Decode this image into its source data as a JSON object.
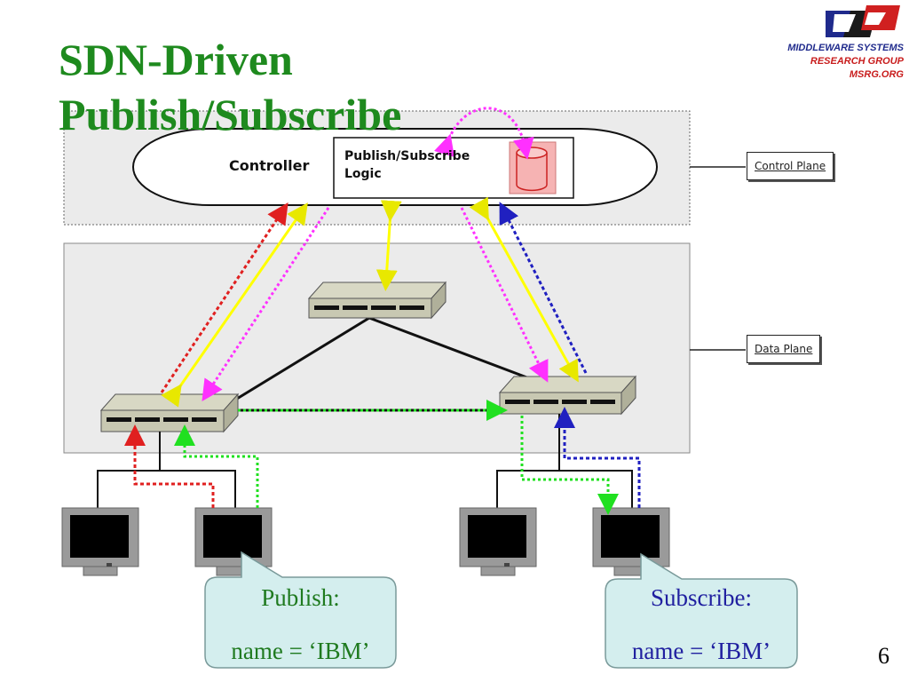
{
  "slide": {
    "title_line1": "SDN-Driven",
    "title_line2": "Publish/Subscribe",
    "page_number": "6"
  },
  "logo": {
    "line1": "MIDDLEWARE SYSTEMS",
    "line2": "RESEARCH GROUP",
    "line3": "MSRG.ORG"
  },
  "diagram": {
    "controller_label": "Controller",
    "logic_label_line1": "Publish/Subscribe",
    "logic_label_line2": "Logic",
    "control_plane_label": "Control Plane",
    "data_plane_label": "Data Plane"
  },
  "callouts": {
    "publish_title": "Publish:",
    "publish_body": "name = ‘IBM’",
    "subscribe_title": "Subscribe:",
    "subscribe_body": "name = ‘IBM’"
  },
  "colors": {
    "title": "#1e8a1e",
    "publish_text": "#1f7a1f",
    "subscribe_text": "#2020a0",
    "callout_fill": "#d4eeee",
    "arrow_red": "#e02020",
    "arrow_yellow": "#ffff00",
    "arrow_magenta": "#ff30ff",
    "arrow_blue": "#2020c0",
    "arrow_green": "#20e020"
  }
}
